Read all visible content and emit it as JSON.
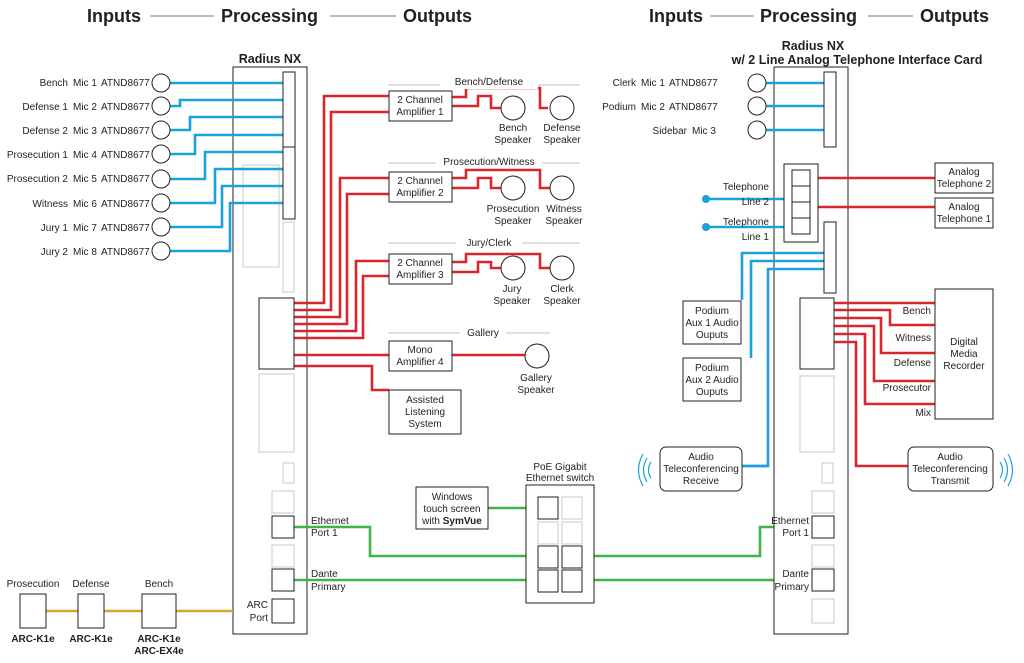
{
  "headers": {
    "left": [
      "Inputs",
      "Processing",
      "Outputs"
    ],
    "right": [
      "Inputs",
      "Processing",
      "Outputs"
    ]
  },
  "left_unit": {
    "title": "Radius NX"
  },
  "right_unit": {
    "title_line1": "Radius NX",
    "title_line2": "w/ 2 Line Analog Telephone Interface Card"
  },
  "left_mics": [
    {
      "name": "Bench",
      "mic": "Mic 1",
      "model": "ATND8677"
    },
    {
      "name": "Defense 1",
      "mic": "Mic 2",
      "model": "ATND8677"
    },
    {
      "name": "Defense 2",
      "mic": "Mic 3",
      "model": "ATND8677"
    },
    {
      "name": "Prosecution 1",
      "mic": "Mic 4",
      "model": "ATND8677"
    },
    {
      "name": "Prosecution 2",
      "mic": "Mic 5",
      "model": "ATND8677"
    },
    {
      "name": "Witness",
      "mic": "Mic 6",
      "model": "ATND8677"
    },
    {
      "name": "Jury 1",
      "mic": "Mic 7",
      "model": "ATND8677"
    },
    {
      "name": "Jury 2",
      "mic": "Mic 8",
      "model": "ATND8677"
    }
  ],
  "zones": [
    {
      "label": "Bench/Defense",
      "amp1": "2 Channel",
      "amp2": "Amplifier 1",
      "spk1_a": "Bench",
      "spk1_b": "Speaker",
      "spk2_a": "Defense",
      "spk2_b": "Speaker"
    },
    {
      "label": "Prosecution/Witness",
      "amp1": "2 Channel",
      "amp2": "Amplifier 2",
      "spk1_a": "Prosecution",
      "spk1_b": "Speaker",
      "spk2_a": "Witness",
      "spk2_b": "Speaker"
    },
    {
      "label": "Jury/Clerk",
      "amp1": "2 Channel",
      "amp2": "Amplifier 3",
      "spk1_a": "Jury",
      "spk1_b": "Speaker",
      "spk2_a": "Clerk",
      "spk2_b": "Speaker"
    }
  ],
  "gallery": {
    "label": "Gallery",
    "amp1": "Mono",
    "amp2": "Amplifier 4",
    "spk_a": "Gallery",
    "spk_b": "Speaker"
  },
  "assisted": [
    "Assisted",
    "Listening",
    "System"
  ],
  "windows": {
    "line1": "Windows",
    "line2": "touch screen",
    "line3_pre": "with ",
    "line3_bold": "SymVue"
  },
  "switch": {
    "line1": "PoE Gigabit",
    "line2": "Ethernet switch"
  },
  "ports": {
    "eth1": "Ethernet",
    "eth2": "Port 1",
    "dante1": "Dante",
    "dante2": "Primary",
    "arc1": "ARC",
    "arc2": "Port"
  },
  "arc_devices": [
    {
      "top": "Prosecution",
      "bottom1": "ARC-K1e",
      "bottom2": ""
    },
    {
      "top": "Defense",
      "bottom1": "ARC-K1e",
      "bottom2": ""
    },
    {
      "top": "Bench",
      "bottom1": "ARC-K1e",
      "bottom2": "ARC-EX4e"
    }
  ],
  "right_mics": [
    {
      "name": "Clerk",
      "mic": "Mic 1",
      "model": "ATND8677"
    },
    {
      "name": "Podium",
      "mic": "Mic 2",
      "model": "ATND8677"
    },
    {
      "name": "Sidebar",
      "mic": "Mic 3",
      "model": ""
    }
  ],
  "telephone": {
    "line2_a": "Telephone",
    "line2_b": "Line 2",
    "line1_a": "Telephone",
    "line1_b": "Line 1"
  },
  "analog_phones": [
    {
      "a": "Analog",
      "b": "Telephone 2"
    },
    {
      "a": "Analog",
      "b": "Telephone 1"
    }
  ],
  "aux": [
    {
      "a": "Podium",
      "b": "Aux 1 Audio",
      "c": "Ouputs"
    },
    {
      "a": "Podium",
      "b": "Aux 2 Audio",
      "c": "Ouputs"
    }
  ],
  "recorder": {
    "lines": [
      "Digital",
      "Media",
      "Recorder"
    ],
    "channels": [
      "Bench",
      "Witness",
      "Defense",
      "Prosecutor",
      "Mix"
    ]
  },
  "conf_receive": [
    "Audio",
    "Teleconferencing",
    "Receive"
  ],
  "conf_transmit": [
    "Audio",
    "Teleconferencing",
    "Transmit"
  ],
  "colors": {
    "blue": "#1ba1db",
    "red": "#d7262d",
    "green": "#3fb44a",
    "gold": "#d9a531"
  }
}
